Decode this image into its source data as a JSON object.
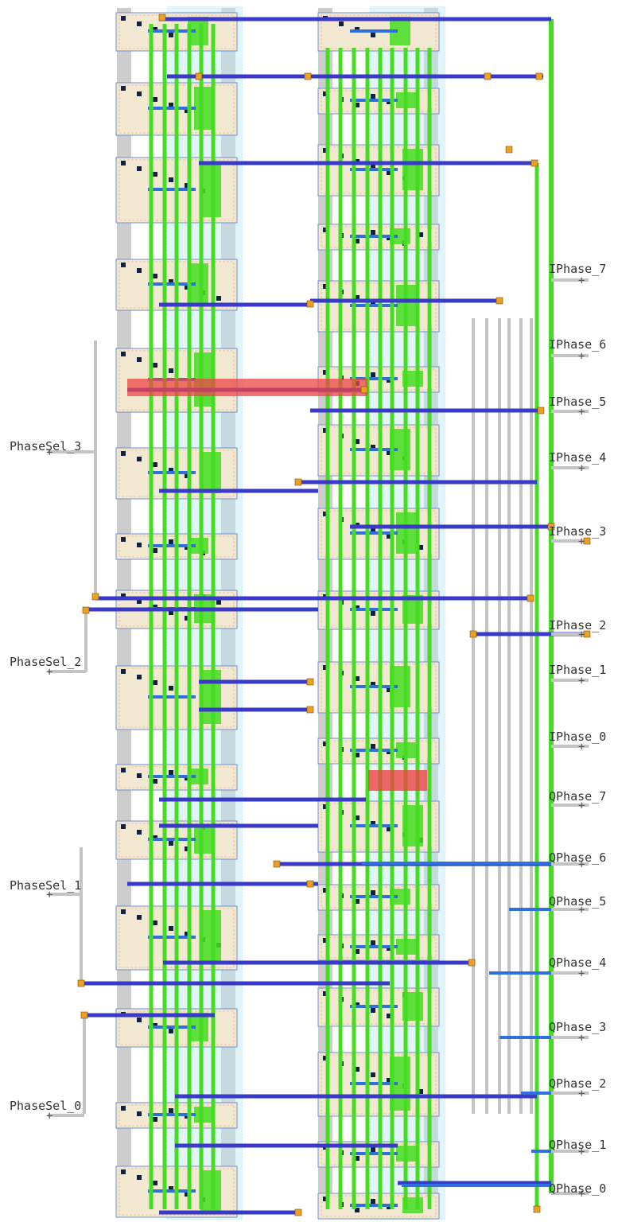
{
  "title": "",
  "left_pins": [
    {
      "label": "PhaseSel_3"
    },
    {
      "label": "PhaseSel_2"
    },
    {
      "label": "PhaseSel_1"
    },
    {
      "label": "PhaseSel_0"
    }
  ],
  "right_pins": [
    {
      "label": "IPhase_7"
    },
    {
      "label": "IPhase_6"
    },
    {
      "label": "IPhase_5"
    },
    {
      "label": "IPhase_4"
    },
    {
      "label": "IPhase_3"
    },
    {
      "label": "IPhase_2"
    },
    {
      "label": "IPhase_1"
    },
    {
      "label": "IPhase_0"
    },
    {
      "label": "QPhase_7"
    },
    {
      "label": "QPhase_6"
    },
    {
      "label": "QPhase_5"
    },
    {
      "label": "QPhase_4"
    },
    {
      "label": "QPhase_3"
    },
    {
      "label": "QPhase_2"
    },
    {
      "label": "QPhase_1"
    },
    {
      "label": "QPhase_0"
    }
  ],
  "colors": {
    "metal1": "#2f6fe0",
    "metal2": "#3a3ac8",
    "metal3_green": "#44dd22",
    "rail_gray": "#c8c8c8",
    "cell_fill": "#f3e9d2",
    "cell_border": "#6c8fd8",
    "via_orange": "#f0a020",
    "contact": "#0e2244",
    "highlight_red": "#ee4444",
    "well_cyan": "#bfe9f5"
  }
}
